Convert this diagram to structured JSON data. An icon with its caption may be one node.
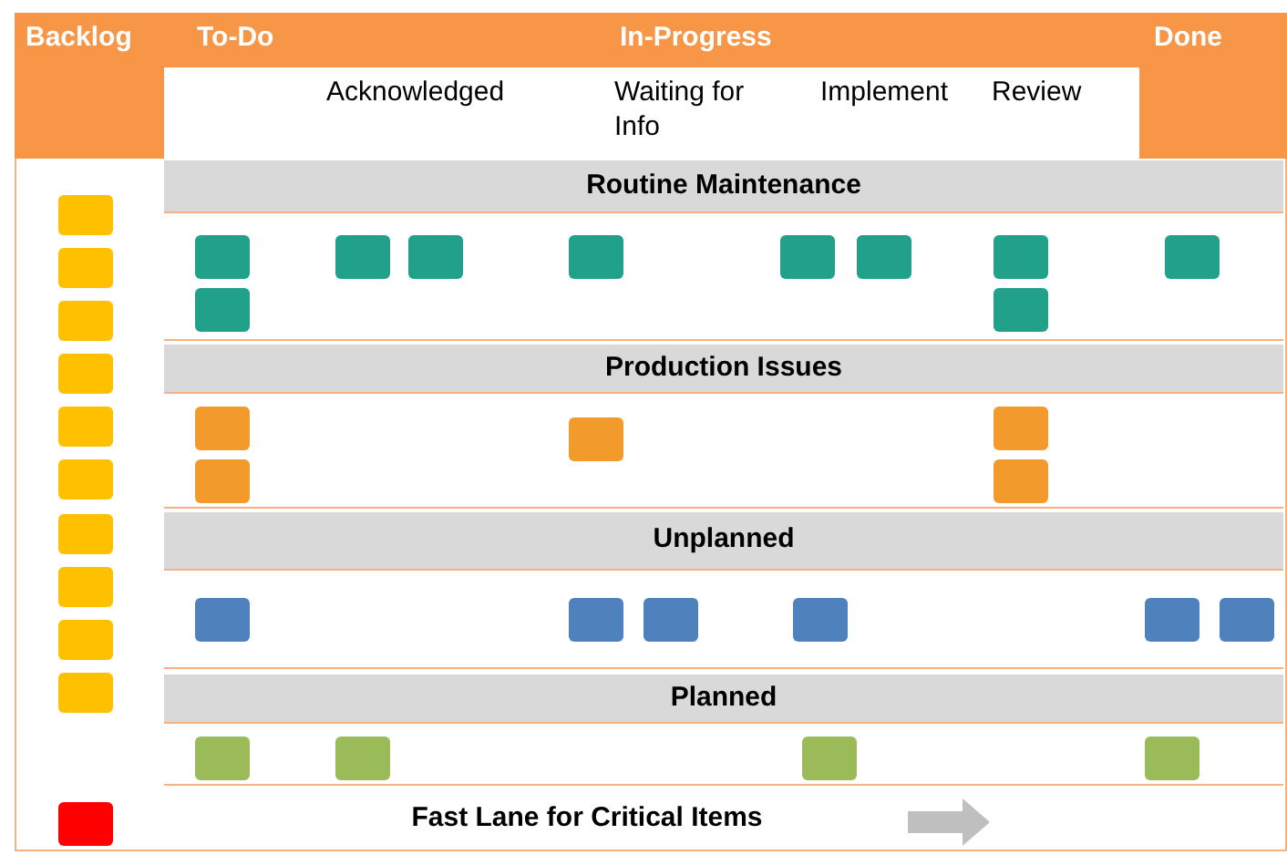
{
  "diagram": {
    "nodes": [
      {
        "text": [],
        "shape": "box"
      },
      {
        "text": [],
        "shape": "box"
      },
      {
        "text": [],
        "shape": "box"
      },
      {
        "text": [],
        "shape": "box"
      },
      {
        "text": [],
        "shape": "box"
      },
      {
        "text": [],
        "shape": "box"
      },
      {
        "text": [],
        "shape": "box"
      },
      {
        "text": [],
        "shape": "box"
      },
      {
        "text": [],
        "shape": "box"
      },
      {
        "text": [],
        "shape": "box"
      },
      {
        "text": [
          "Routine Maintenance"
        ]
      },
      {
        "text": [],
        "shape": "box",
        "in": 10
      },
      {
        "text": [],
        "shape": "box",
        "in": 10
      },
      {
        "text": [],
        "shape": "box",
        "in": 10
      },
      {
        "text": [],
        "shape": "box",
        "in": 10
      },
      {
        "text": [],
        "shape": "box",
        "in": 10
      },
      {
        "text": [],
        "shape": "box",
        "in": 10
      },
      {
        "text": [],
        "shape": "box",
        "in": 10
      },
      {
        "text": [],
        "shape": "box",
        "in": 10
      },
      {
        "text": [],
        "shape": "box",
        "in": 10
      },
      {
        "text": [],
        "shape": "box",
        "in": 10
      },
      {
        "text": [
          "Production Issues"
        ]
      },
      {
        "text": [],
        "shape": "box",
        "in": 21
      },
      {
        "text": [],
        "shape": "box",
        "in": 21
      },
      {
        "text": [],
        "shape": "box",
        "in": 21
      },
      {
        "text": [],
        "shape": "box",
        "in": 21
      },
      {
        "text": [],
        "shape": "box",
        "in": 21
      },
      {
        "text": [
          "Unplanned"
        ]
      },
      {
        "text": [],
        "shape": "box",
        "in": 27
      },
      {
        "text": [],
        "shape": "box",
        "in": 27
      },
      {
        "text": [],
        "shape": "box",
        "in": 27
      },
      {
        "text": [],
        "shape": "box",
        "in": 27
      },
      {
        "text": [],
        "shape": "box",
        "in": 27
      },
      {
        "text": [],
        "shape": "box",
        "in": 27
      },
      {
        "text": [
          "Planned"
        ]
      },
      {
        "text": [],
        "shape": "box",
        "in": 34
      },
      {
        "text": [],
        "shape": "box",
        "in": 34
      },
      {
        "text": [],
        "shape": "box",
        "in": 34
      },
      {
        "text": [],
        "shape": "box",
        "in": 34
      },
      {
        "text": [
          "Fast Lane for Critical Items"
        ]
      },
      {
        "text": [],
        "shape": "box"
      }
    ],
    "labels": [
      "Backlog",
      "To-Do",
      "In-Progress",
      "Done",
      "Acknowledged",
      "Waiting for Info",
      "Implement",
      "Review"
    ]
  }
}
